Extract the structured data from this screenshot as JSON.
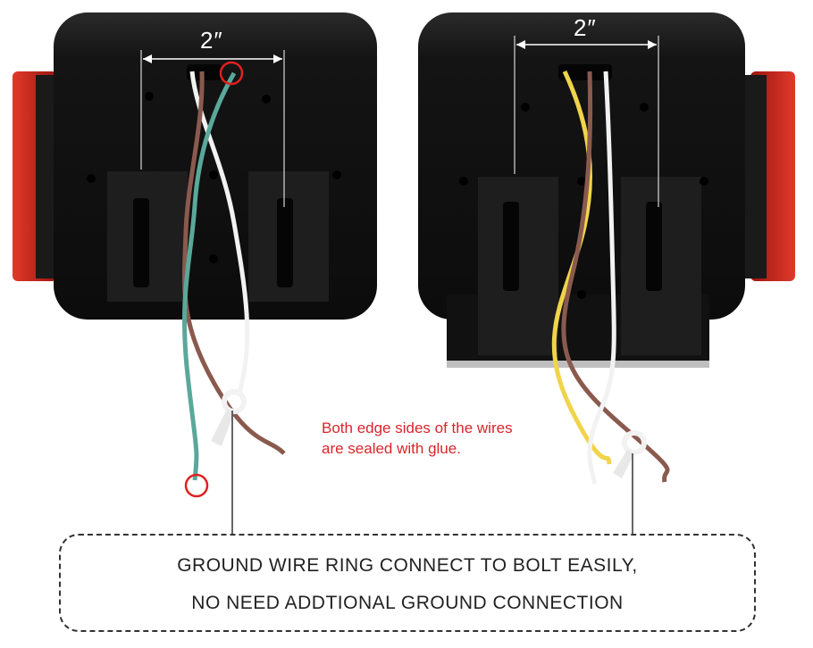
{
  "left_light": {
    "dimension_label": "2″"
  },
  "right_light": {
    "dimension_label": "2″"
  },
  "note": {
    "line1": "Both edge sides of the wires",
    "line2": "are sealed with glue."
  },
  "callout": {
    "line1": "GROUND WIRE RING CONNECT TO BOLT EASILY,",
    "line2": "NO NEED ADDTIONAL GROUND CONNECTION"
  },
  "colors": {
    "housing": "#111111",
    "lens_red": "#c8201b",
    "note_red": "#d8262b",
    "wire_green": "#5aa89a",
    "wire_brown": "#8a5a4e",
    "wire_white": "#f2f2f2",
    "wire_yellow": "#f0d44a"
  }
}
